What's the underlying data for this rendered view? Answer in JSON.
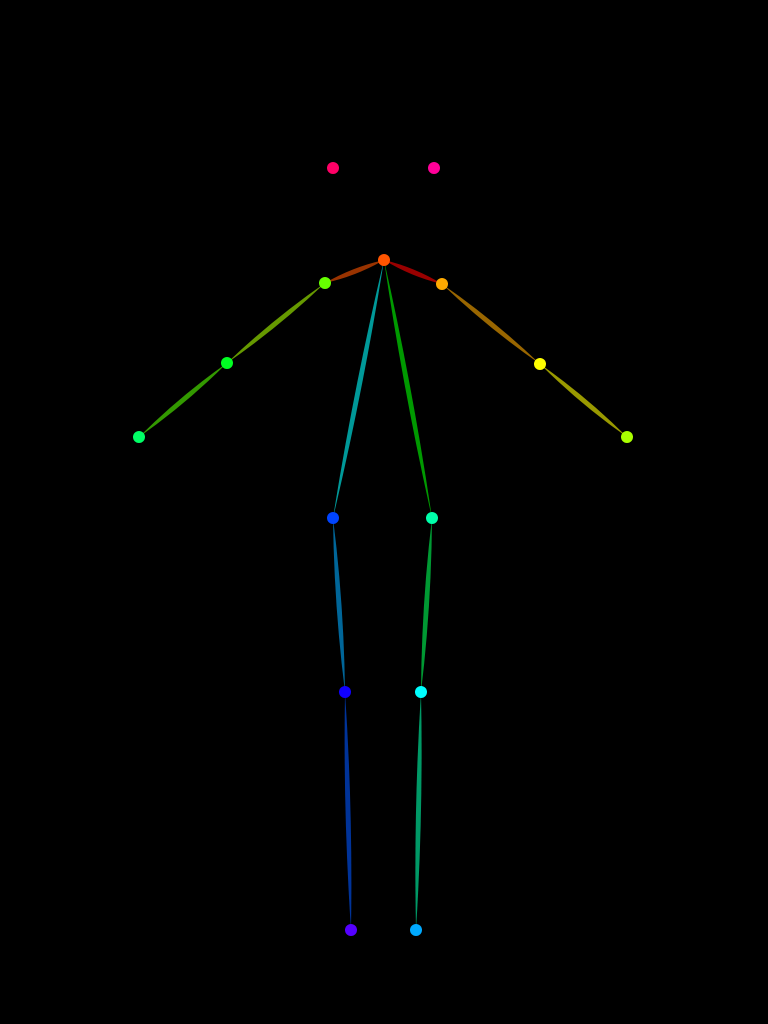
{
  "background_color": "#000000",
  "keypoints": [
    {
      "name": "nose",
      "present": false
    },
    {
      "name": "neck",
      "color": "#ff5500"
    },
    {
      "name": "right-shoulder",
      "color": "#66ff00"
    },
    {
      "name": "right-elbow",
      "color": "#00ff22"
    },
    {
      "name": "right-wrist",
      "color": "#00ff66"
    },
    {
      "name": "left-shoulder",
      "color": "#ffaa00"
    },
    {
      "name": "left-elbow",
      "color": "#ffff00"
    },
    {
      "name": "left-wrist",
      "color": "#aaff00"
    },
    {
      "name": "right-hip",
      "color": "#0044ff"
    },
    {
      "name": "right-knee",
      "color": "#1100ff"
    },
    {
      "name": "right-ankle",
      "color": "#5500ff"
    },
    {
      "name": "left-hip",
      "color": "#00ffaa"
    },
    {
      "name": "left-knee",
      "color": "#00ffff"
    },
    {
      "name": "left-ankle",
      "color": "#00aaff"
    },
    {
      "name": "right-eye",
      "color": "#ff0066"
    },
    {
      "name": "left-eye",
      "color": "#ff0099"
    }
  ],
  "limbs": [
    {
      "name": "neck-to-right-shoulder-limb",
      "color": "#993300"
    },
    {
      "name": "neck-to-left-shoulder-limb",
      "color": "#990000"
    },
    {
      "name": "right-upper-arm-limb",
      "color": "#669900"
    },
    {
      "name": "right-forearm-limb",
      "color": "#339900"
    },
    {
      "name": "left-upper-arm-limb",
      "color": "#996600"
    },
    {
      "name": "left-forearm-limb",
      "color": "#999900"
    },
    {
      "name": "neck-to-right-hip-limb",
      "color": "#009999"
    },
    {
      "name": "right-thigh-limb",
      "color": "#006699"
    },
    {
      "name": "right-shin-limb",
      "color": "#003399"
    },
    {
      "name": "neck-to-left-hip-limb",
      "color": "#009900"
    },
    {
      "name": "left-thigh-limb",
      "color": "#009933"
    },
    {
      "name": "left-shin-limb",
      "color": "#009966"
    }
  ]
}
